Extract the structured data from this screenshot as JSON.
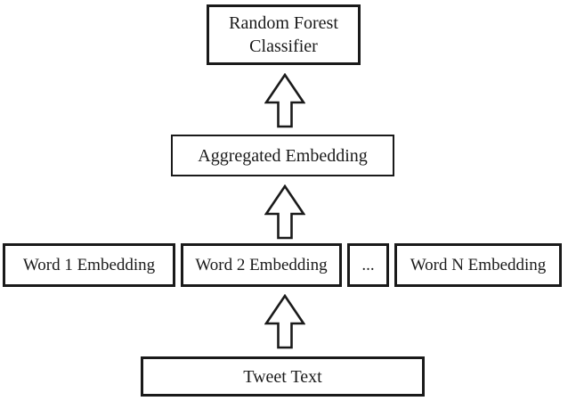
{
  "diagram": {
    "description": "Flow diagram of tweet classification pipeline",
    "colors": {
      "background": "#ffffff",
      "border": "#1a1a1a",
      "text": "#1a1a1a"
    },
    "nodes": {
      "classifier": {
        "line1": "Random Forest",
        "line2": "Classifier"
      },
      "aggregated": {
        "label": "Aggregated Embedding"
      },
      "embeddings": {
        "cells": [
          "Word 1 Embedding",
          "Word 2 Embedding",
          "...",
          "Word N Embedding"
        ]
      },
      "tweet": {
        "label": "Tweet Text"
      }
    },
    "arrows": [
      {
        "name": "tweet-to-embeddings",
        "direction": "up"
      },
      {
        "name": "embeddings-to-aggregated",
        "direction": "up"
      },
      {
        "name": "aggregated-to-classifier",
        "direction": "up"
      }
    ]
  }
}
